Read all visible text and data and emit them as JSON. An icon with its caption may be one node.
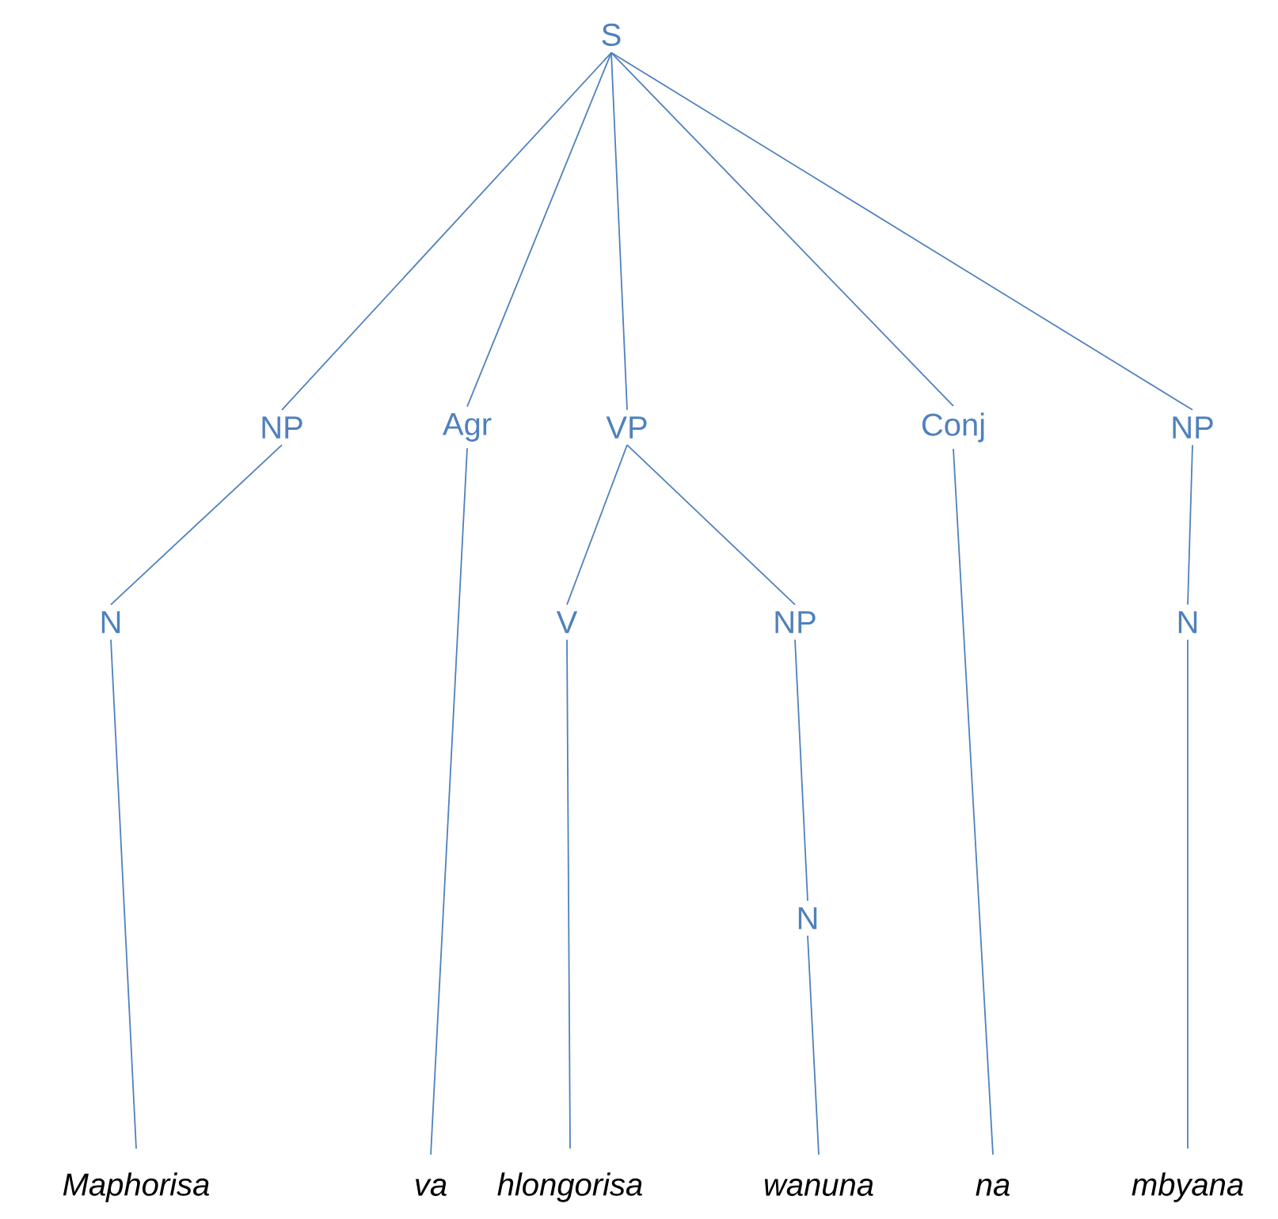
{
  "diagram": {
    "nodes": [
      {
        "text": [
          "S"
        ]
      },
      {
        "text": [
          "NP"
        ]
      },
      {
        "text": [
          "Agr"
        ]
      },
      {
        "text": [
          "VP"
        ]
      },
      {
        "text": [
          "Conj"
        ]
      },
      {
        "text": [
          "NP"
        ]
      },
      {
        "text": [
          "N"
        ]
      },
      {
        "text": [
          "V"
        ]
      },
      {
        "text": [
          "NP"
        ]
      },
      {
        "text": [
          "N"
        ]
      },
      {
        "text": [
          "N"
        ]
      },
      {
        "text": [
          "Maphorisa"
        ]
      },
      {
        "text": [
          "va"
        ]
      },
      {
        "text": [
          "hlongorisa"
        ]
      },
      {
        "text": [
          "wanuna"
        ]
      },
      {
        "text": [
          "na"
        ]
      },
      {
        "text": [
          "mbyana"
        ]
      }
    ],
    "edges": [
      {
        "from": 0,
        "to": 1,
        "arrow": "none"
      },
      {
        "from": 0,
        "to": 2,
        "arrow": "none"
      },
      {
        "from": 0,
        "to": 3,
        "arrow": "none"
      },
      {
        "from": 0,
        "to": 4,
        "arrow": "none"
      },
      {
        "from": 0,
        "to": 5,
        "arrow": "none"
      },
      {
        "from": 1,
        "to": 6,
        "arrow": "none"
      },
      {
        "from": 2,
        "to": 12,
        "arrow": "none"
      },
      {
        "from": 3,
        "to": 7,
        "arrow": "none"
      },
      {
        "from": 3,
        "to": 8,
        "arrow": "none"
      },
      {
        "from": 4,
        "to": 15,
        "arrow": "none"
      },
      {
        "from": 5,
        "to": 9,
        "arrow": "none"
      },
      {
        "from": 6,
        "to": 11,
        "arrow": "none"
      },
      {
        "from": 7,
        "to": 13,
        "arrow": "none"
      },
      {
        "from": 8,
        "to": 10,
        "arrow": "none"
      },
      {
        "from": 9,
        "to": 16,
        "arrow": "none"
      },
      {
        "from": 10,
        "to": 14,
        "arrow": "none"
      }
    ]
  }
}
